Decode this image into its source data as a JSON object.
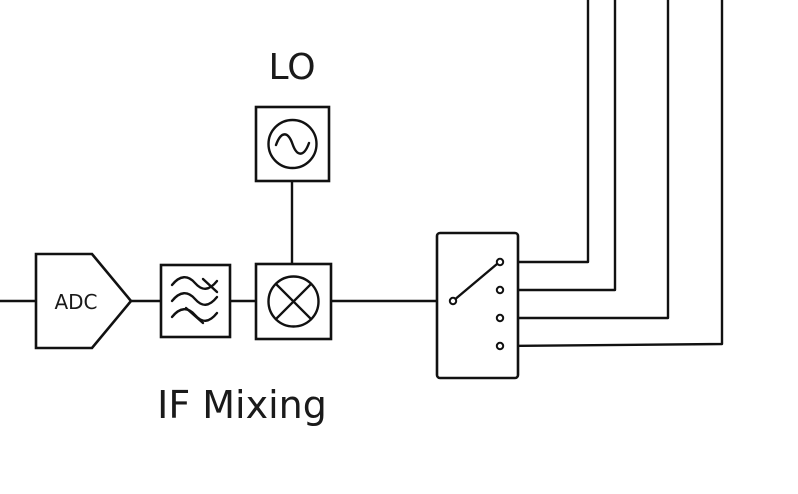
{
  "labels": {
    "lo": "LO",
    "adc": "ADC",
    "if_mixing": "IF Mixing"
  },
  "components": [
    {
      "id": "adc",
      "kind": "analog-to-digital converter",
      "icon": "adc-block"
    },
    {
      "id": "filter",
      "kind": "band-pass filter",
      "icon": "filter-icon"
    },
    {
      "id": "mixer",
      "kind": "mixer",
      "icon": "mixer-icon"
    },
    {
      "id": "lo",
      "kind": "local oscillator",
      "icon": "oscillator-icon"
    },
    {
      "id": "switch",
      "kind": "rf switch",
      "icon": "switch-icon",
      "throws": 4
    }
  ],
  "colors": {
    "stroke": "#111111",
    "background": "#ffffff"
  }
}
